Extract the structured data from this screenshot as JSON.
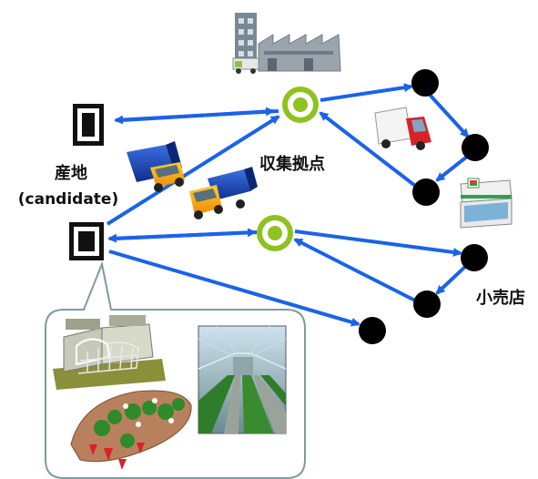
{
  "labels": {
    "production_site": "産地",
    "candidate": "(candidate)",
    "collection_hub": "収集拠点",
    "retail_store": "小売店"
  },
  "colors": {
    "arrow": "#1b63e8",
    "hub_ring": "#8ec21f",
    "store_dot": "#000000",
    "callout_border": "#7f9aa0"
  },
  "icons": [
    "factory-icon",
    "truck-icon",
    "convenience-store-icon",
    "greenhouse-icon",
    "strawberry-field-icon",
    "greenhouse-interior-photo"
  ]
}
